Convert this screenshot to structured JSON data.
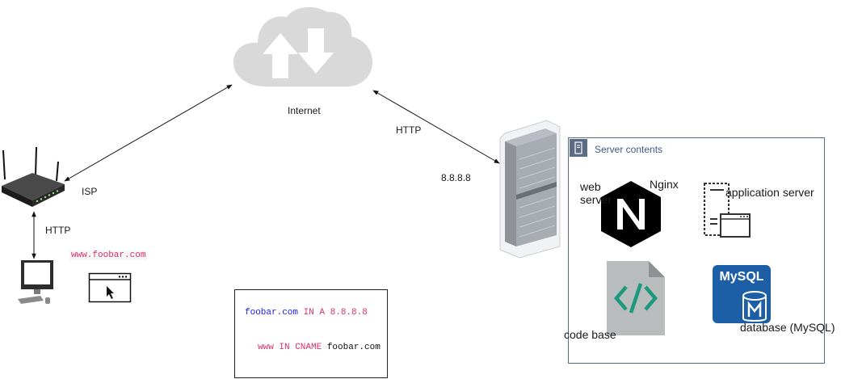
{
  "labels": {
    "internet": "Internet",
    "http_top": "HTTP",
    "ip": "8.8.8.8",
    "isp": "ISP",
    "http_left": "HTTP",
    "url": "www.foobar.com",
    "server_contents": "Server contents",
    "web_server": "web\nserver",
    "nginx": "Nginx",
    "app_server": "application server",
    "code_base": "code base",
    "database": "database (MySQL)",
    "mysql_logo": "MySQL"
  },
  "dns": {
    "line1": {
      "domain": "foobar.com",
      "record": " IN A 8.8.8.8"
    },
    "line2": {
      "record": "www IN CNAME",
      "target": " foobar.com"
    }
  },
  "colors": {
    "cloud": "#d9d9d9",
    "group_border": "#5a6b86",
    "nginx": "#000000",
    "code_file": "#b9bcbd",
    "code_symbol": "#1a9a7a",
    "mysql": "#1d5fa6",
    "url_text": "#d6336c",
    "dns_domain": "#1a1aff",
    "dns_record": "#d6336c"
  }
}
